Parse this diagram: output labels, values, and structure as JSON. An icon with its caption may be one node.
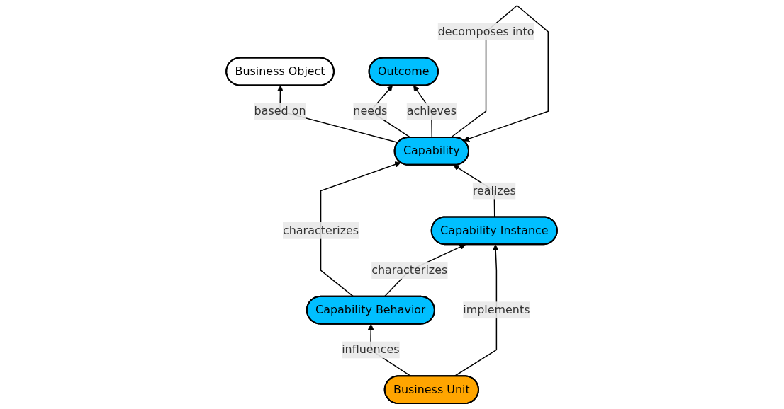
{
  "diagram": {
    "nodes": [
      {
        "text": [
          "Business Object"
        ]
      },
      {
        "text": [
          "Capability Behavior"
        ]
      },
      {
        "text": [
          "Capability"
        ]
      },
      {
        "text": [
          "Business Unit"
        ]
      },
      {
        "text": [
          "Capability Instance"
        ]
      },
      {
        "text": [
          "Outcome"
        ]
      }
    ],
    "edges": [
      {
        "from": 2,
        "to": 0,
        "arrow": "to",
        "label": "based on"
      },
      {
        "from": 2,
        "to": 2,
        "arrow": "to",
        "label": "decomposes into"
      },
      {
        "from": 1,
        "to": 2,
        "arrow": "to",
        "label": "characterizes"
      },
      {
        "from": 1,
        "to": 4,
        "arrow": "to",
        "label": "characterizes"
      },
      {
        "from": 3,
        "to": 1,
        "arrow": "to",
        "label": "influences"
      },
      {
        "from": 3,
        "to": 4,
        "arrow": "to",
        "label": "implements"
      },
      {
        "from": 4,
        "to": 2,
        "arrow": "to",
        "label": "realizes"
      },
      {
        "from": 2,
        "to": 5,
        "arrow": "to",
        "label": "needs"
      },
      {
        "from": 2,
        "to": 5,
        "arrow": "to",
        "label": "achieves"
      }
    ]
  }
}
